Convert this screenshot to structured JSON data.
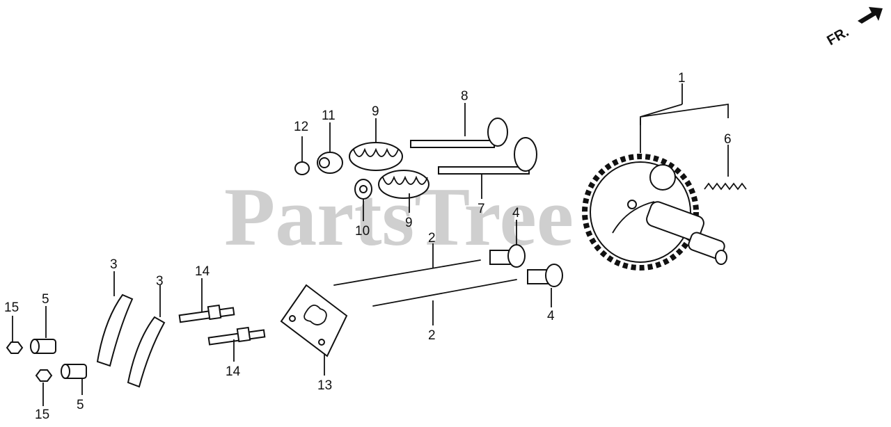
{
  "watermark": "PartsTree",
  "front_indicator": "FR.",
  "callouts": [
    "1",
    "2",
    "2",
    "3",
    "3",
    "4",
    "4",
    "5",
    "5",
    "6",
    "7",
    "8",
    "9",
    "9",
    "10",
    "11",
    "12",
    "13",
    "14",
    "14",
    "15",
    "15"
  ]
}
